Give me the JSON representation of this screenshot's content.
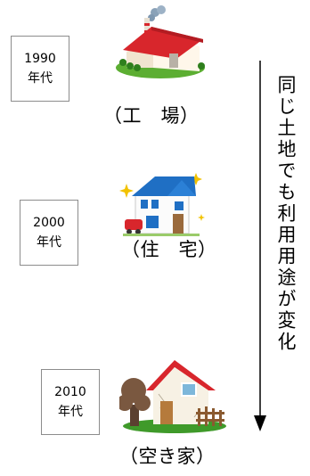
{
  "timeline": [
    {
      "year": "1990",
      "suffix": "年代",
      "caption": "（工　場）",
      "illustration": "factory-icon"
    },
    {
      "year": "2000",
      "suffix": "年代",
      "caption": "（住　宅）",
      "illustration": "house-icon"
    },
    {
      "year": "2010",
      "suffix": "年代",
      "caption": "（空き家）",
      "illustration": "vacant-house-icon"
    }
  ],
  "side_note": "同じ土地でも利用用途が変化",
  "colors": {
    "factory_roof": "#d8262c",
    "factory_wall": "#fff7ea",
    "grass": "#5cae32",
    "house_roof": "#1f6fc4",
    "vacant_roof": "#d8262c",
    "dead_tree": "#7a5840",
    "arrow": "#000000"
  }
}
